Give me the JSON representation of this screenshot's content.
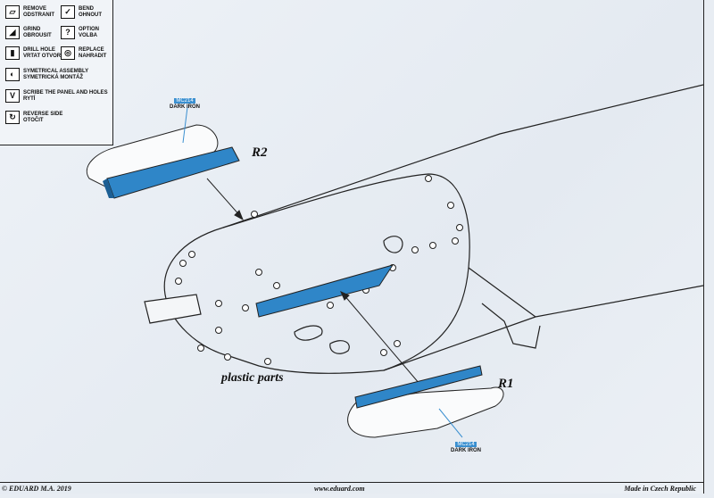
{
  "legend": [
    {
      "icon": "remove-icon",
      "glyph": "▱",
      "en": "REMOVE",
      "cz": "ODSTRANIT"
    },
    {
      "icon": "bend-icon",
      "glyph": "✓",
      "en": "BEND",
      "cz": "OHNOUT"
    },
    {
      "icon": "grind-icon",
      "glyph": "◢",
      "en": "GRIND",
      "cz": "OBROUSIT"
    },
    {
      "icon": "option-icon",
      "glyph": "?",
      "en": "OPTION",
      "cz": "VOLBA"
    },
    {
      "icon": "drill-hole-icon",
      "glyph": "▮",
      "en": "DRILL HOLE",
      "cz": "VRTAT OTVOR"
    },
    {
      "icon": "replace-icon",
      "glyph": "◎",
      "en": "REPLACE",
      "cz": "NAHRADIT"
    },
    {
      "icon": "symmetrical-assembly-icon",
      "glyph": "◐",
      "en": "SYMETRICAL ASSEMBLY",
      "cz": "SYMETRICKÁ MONTÁŽ"
    },
    {
      "icon": "scribe-icon",
      "glyph": "V",
      "en": "SCRIBE THE PANEL AND HOLES",
      "cz": "RYTÍ"
    },
    {
      "icon": "reverse-side-icon",
      "glyph": "↻",
      "en": "REVERSE SIDE",
      "cz": "OTOČIT"
    }
  ],
  "parts": {
    "r2": "R2",
    "r1": "R1",
    "plastic": "plastic parts"
  },
  "paint": {
    "code": "MC214",
    "name": "DARK IRON",
    "color": "#2f86c8"
  },
  "footer": {
    "copyright": "© EDUARD  M.A. 2019",
    "url": "www.eduard.com",
    "made": "Made in Czech Republic"
  }
}
